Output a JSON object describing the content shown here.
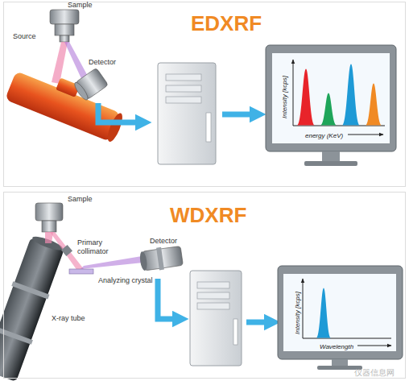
{
  "diagram": {
    "nodes": [
      {
        "text": [
          "EDXRF"
        ]
      },
      {
        "text": [
          "Intensity [kcps]",
          "energy (KeV)"
        ],
        "in": 0
      },
      {
        "text": [
          "WDXRF"
        ]
      },
      {
        "text": [
          "Intensity [kcps]",
          "Wavelength"
        ],
        "in": 2
      }
    ],
    "labels": [
      "Sample",
      "Source",
      "Detector",
      "Sample",
      "Primary collimator",
      "Analyzing crystal",
      "Detector",
      "X-ray tube",
      "仪器信息网"
    ]
  }
}
